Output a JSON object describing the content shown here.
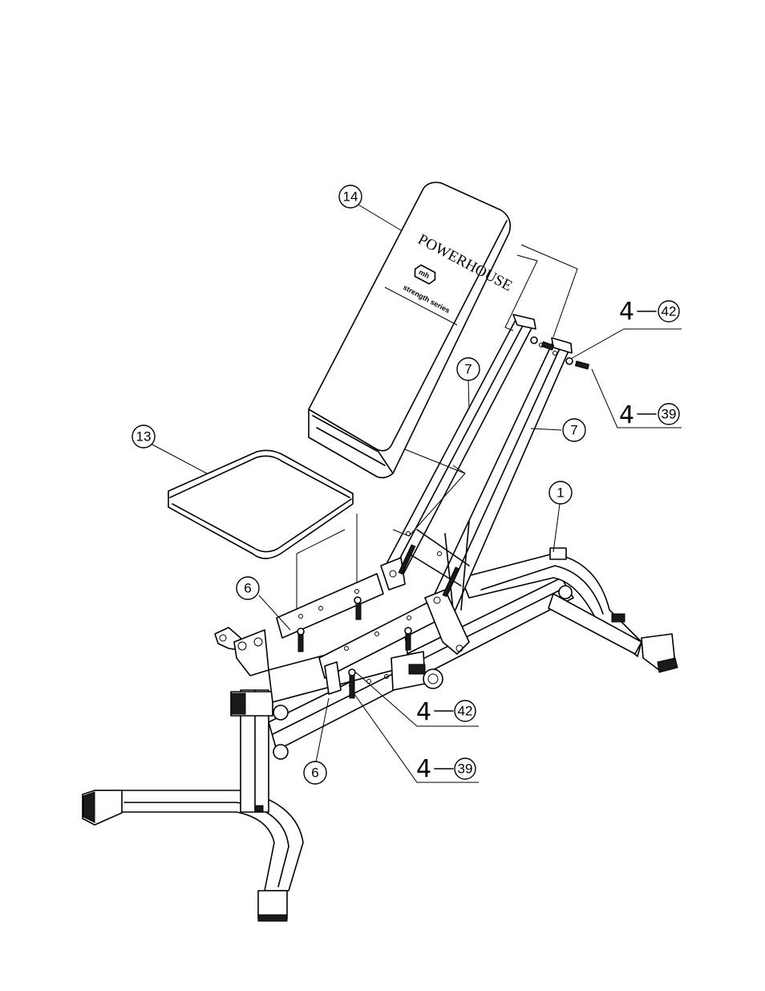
{
  "callouts": {
    "c14": "14",
    "c13": "13",
    "c7a": "7",
    "c7b": "7",
    "c1": "1",
    "c6a": "6",
    "c6b": "6"
  },
  "part_labels": {
    "top_42": {
      "qty": "4",
      "num": "42"
    },
    "top_39": {
      "qty": "4",
      "num": "39"
    },
    "bot_42": {
      "qty": "4",
      "num": "42"
    },
    "bot_39": {
      "qty": "4",
      "num": "39"
    }
  },
  "backrest": {
    "brand": "POWERHOUSE",
    "tagline": "strength series"
  }
}
